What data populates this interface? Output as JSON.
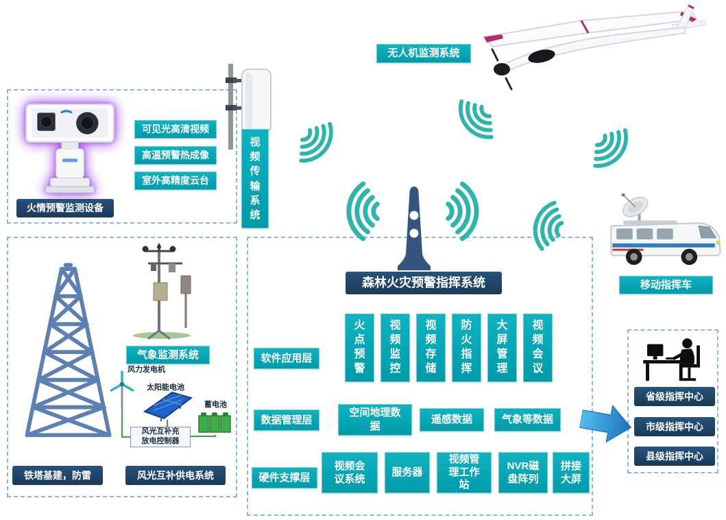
{
  "colors": {
    "teal_box": "#00A9B7",
    "navy_box": "#1F4566",
    "wifi_arc": "#2BB5AB",
    "arrow_blue": "#2196D8",
    "dashed_border": "#8AB6DA",
    "signal_tower": "#35537F",
    "lattice_tower": "#5D80B3",
    "drone_accent": "#B52A6F"
  },
  "icons": {
    "wifi_signal": "concentric-arcs",
    "uav": "fixed-wing-drone",
    "ptz_camera": "dual-lens-camera",
    "wireless_bridge": "panel-antenna",
    "lattice_tower": "steel-tower",
    "weather_station": "sensor-mast",
    "signal_tower": "comm-tower",
    "satellite_van": "command-vehicle",
    "operator": "person-at-computer",
    "arrow_right": "block-arrow"
  },
  "top": {
    "uav_label": "无人机监测系统"
  },
  "transmission": {
    "label": "视频传输系统"
  },
  "fire_monitor": {
    "features": [
      "可见光高清视频",
      "高温预警热成像",
      "室外高精度云台"
    ],
    "device_label": "火情预警监测设备"
  },
  "field_station": {
    "weather_label": "气象监测系统",
    "tower_label": "铁塔基建，防雷",
    "power_label": "风光互补供电系统",
    "wind_turbine_label": "风力发电机",
    "solar_label": "太阳能电池",
    "battery_label": "蓄电池",
    "controller_label": "风光互补充放电控制器"
  },
  "command_platform": {
    "title": "森林火灾预警指挥系统",
    "software_layer": "软件应用层",
    "software_items": [
      "火点预警",
      "视频监控",
      "视频存储",
      "防火指挥",
      "大屏管理",
      "视频会议"
    ],
    "data_layer": "数据管理层",
    "data_items": [
      "空间地理数据",
      "遥感数据",
      "气象等数据"
    ],
    "hardware_layer": "硬件支撑层",
    "hardware_items": [
      "视频会议系统",
      "服务器",
      "视频管理工作站",
      "NVR磁盘阵列",
      "拼接大屏"
    ]
  },
  "mobile": {
    "label": "移动指挥车"
  },
  "command_centers": {
    "items": [
      "省级指挥中心",
      "市级指挥中心",
      "县级指挥中心"
    ]
  }
}
